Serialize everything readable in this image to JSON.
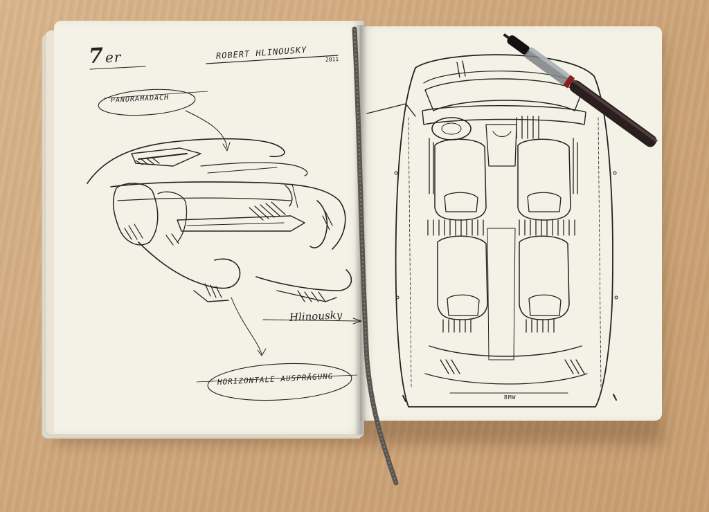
{
  "notes": {
    "model": "7",
    "model_suffix": "er",
    "author": "ROBERT HLINOUSKY",
    "year": "2011",
    "label_roof": "PANORAMADACH",
    "label_horizontal": "HORIZONTALE AUSPRÄGUNG",
    "signature": "Hlinousky",
    "brand": "BMW"
  },
  "colors": {
    "desk": "#cfa67b",
    "paper": "#f4f1e6",
    "ink": "#222222",
    "ribbon": "#5a5550",
    "pen_body": "#2a1e1e",
    "pen_band": "#8a1f1f"
  }
}
